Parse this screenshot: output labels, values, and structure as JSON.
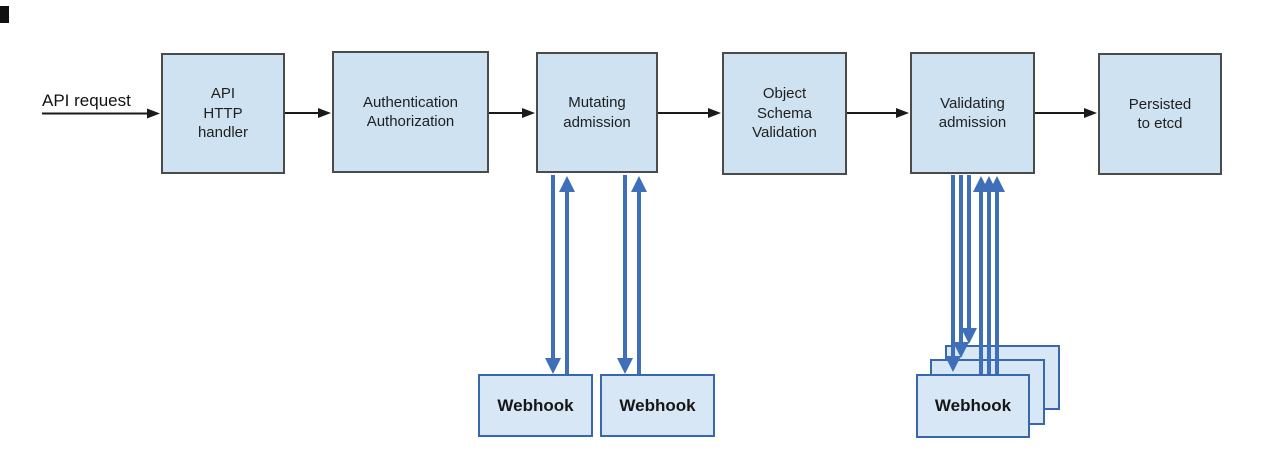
{
  "labels": {
    "api_request": "API request"
  },
  "flow_boxes": [
    {
      "id": "api-http-handler",
      "label": "API\nHTTP\nhandler"
    },
    {
      "id": "authentication-authorization",
      "label": "Authentication\nAuthorization"
    },
    {
      "id": "mutating-admission",
      "label": "Mutating\nadmission"
    },
    {
      "id": "object-schema-validation",
      "label": "Object\nSchema\nValidation"
    },
    {
      "id": "validating-admission",
      "label": "Validating\nadmission"
    },
    {
      "id": "persisted-to-etcd",
      "label": "Persisted\nto etcd"
    }
  ],
  "webhook_boxes": {
    "mutating_webhook_1": "Webhook",
    "mutating_webhook_2": "Webhook",
    "validating_webhook_front": "Webhook",
    "validating_webhook_middle": "Webhook",
    "validating_webhook_back": "Webhook"
  },
  "colors": {
    "flow_box_fill": "#cfe2f1",
    "flow_box_border": "#4b4b4b",
    "webhook_box_fill": "#d8e7f6",
    "webhook_box_border": "#3767ac",
    "webhook_arrow_blue": "#3e6fb8",
    "flow_arrow_black": "#1a1a1a",
    "background": "#ffffff"
  }
}
